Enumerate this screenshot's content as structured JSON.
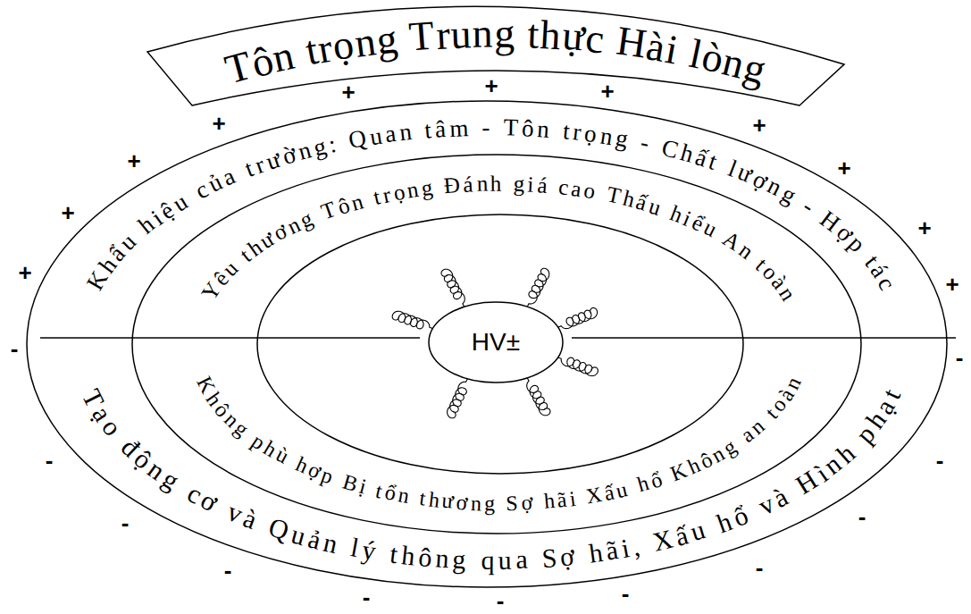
{
  "diagram": {
    "nodes": [
      {
        "text": [
          "Tôn trọng Trung thực Hài lòng"
        ]
      },
      {
        "text": [
          "Khẩu hiệu của trường: Quan tâm - Tôn trọng - Chất lượng - Hợp tác",
          "Tạo động cơ và Quản lý thông qua Sợ hãi, Xấu hổ và Hình phạt"
        ]
      },
      {
        "text": [
          "Yêu thương Tôn trọng Đánh giá cao Thấu hiểu An toàn",
          "Không phù hợp Bị tổn thương Sợ hãi Xấu hổ Không an toàn"
        ],
        "in": 1
      },
      {
        "text": [
          "HV±"
        ],
        "in": 2
      }
    ],
    "labels": [
      "+",
      "+",
      "+",
      "+",
      "+",
      "+",
      "+",
      "+",
      "+",
      "+",
      "+",
      "-",
      "-",
      "-",
      "-",
      "-",
      "-",
      "-",
      "-",
      "-",
      "-",
      "-"
    ]
  }
}
